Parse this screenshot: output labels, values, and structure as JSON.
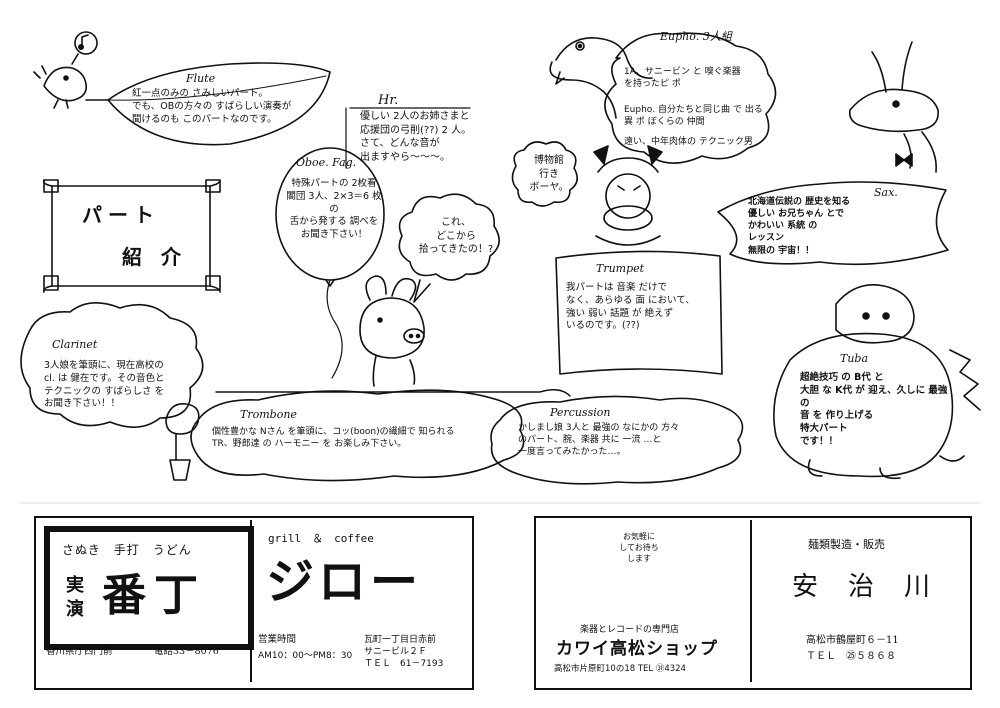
{
  "intro": {
    "title_1": "パート",
    "title_2": "紹 介"
  },
  "flute": {
    "label": "Flute",
    "text": "紅一点のみの さみしいパート。\nでも、OBの方々の すばらしい演奏が\n聞けるのも このパートなのです。"
  },
  "horn": {
    "label": "Hr.",
    "text": "優しい 2人のお姉さまと\n応援団の弓削(??) 2 人。\nさて、どんな音が\n出ますやら〜〜〜。"
  },
  "oboe_fag": {
    "label": "Oboe. Fag.",
    "text": "特殊パートの 2枚看\n閣団 3人、2×3＝6 枚の\n舌から発する 調べを\nお聞き下さい！"
  },
  "pig_speech": {
    "text": "これ、\nどこから\n拾ってきたの！?"
  },
  "euphonium": {
    "label": "Euphо. 3人組",
    "items": [
      "1A、サニービン と 嗅ぐ楽器\nを持ったピ ポ",
      "Euphо. 自分たちと同じ曲 で 出る\n異 ポ ぼくらの 仲間",
      "遠い、中年肉体の テクニック男"
    ]
  },
  "museum_sign": {
    "text": "博物館\n行き\nボーヤ。"
  },
  "sax": {
    "label": "Sax.",
    "text": "北海道伝説の 歴史を知る\n優しい お兄ちゃん とで\nかわいい 系統 の\nレッスン\n無限の 宇宙！！"
  },
  "trumpet": {
    "label": "Trumpet",
    "text": "我パートは 音楽 だけで\nなく、あらゆる 面 において、\n強い 弱い 話題 が 絶えず\nいるのです。(??)"
  },
  "clarinet": {
    "label": "Clarinet",
    "text": "3人娘を筆頭に、現在高校の\ncl. は 健在です。その音色と\nテクニックの すばらしさ を\nお聞き下さい！！"
  },
  "trombone": {
    "label": "Trombone",
    "text": "個性豊かな Nさん を筆頭に、コッ(boon)の繊細で 知られる\nTR、野郎達 の ハーモニー を お楽しみ下さい。"
  },
  "percussion": {
    "label": "Percussion",
    "text": "かしまし娘 3人と 最強の なにかの 方々\nのパート、腕、楽器 共に 一流 …と\n一度言ってみたかった…。"
  },
  "tuba": {
    "label": "Tuba",
    "text": "超絶技巧 の B代 と\n大胆 な K代 が 迎え、久しに 最強の\n音 を 作り上げる\n特大パート\nです！！"
  },
  "ad1": {
    "tagline": "さぬき　手打　うどん",
    "name_small_1": "実",
    "name_small_2": "演",
    "name_big": "番丁",
    "footer_left": "香川県庁西門前",
    "footer_right": "電話33－8076"
  },
  "ad2": {
    "top": "grill　＆　coffee",
    "logo": "ジロー",
    "hours_label": "営業時間",
    "hours": "AM10：00～PM8：30",
    "addr_1": "瓦町一丁目日赤前",
    "addr_2": "サニービル２Ｆ",
    "tel": "ＴＥＬ　61－7193"
  },
  "ad3": {
    "sign": "お気軽に\nしてお待ち\nします",
    "category": "楽器とレコードの専門店",
    "name": "カワイ高松ショップ",
    "address": "高松市片原町10の18 TEL ㉛4324"
  },
  "ad4": {
    "category": "麺類製造・販売",
    "name": "安　治　川",
    "address": "高松市鶴屋町６－11",
    "tel": "ＴＥＬ　㉕５８６８"
  },
  "colors": {
    "ink": "#111111",
    "paper": "#ffffff"
  }
}
